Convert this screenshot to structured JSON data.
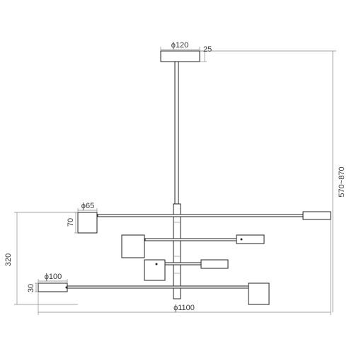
{
  "drawing": {
    "labels": {
      "canopy_diameter": "ϕ120",
      "canopy_height": "25",
      "overall_height": "570~870",
      "body_height": "320",
      "shade_large_diameter": "ϕ65",
      "shade_large_height": "70",
      "shade_small_diameter": "ϕ100",
      "shade_small_height": "30",
      "overall_width": "ϕ1100"
    },
    "colors": {
      "line": "#222222",
      "dimension_line": "#888888",
      "background": "#ffffff"
    }
  }
}
